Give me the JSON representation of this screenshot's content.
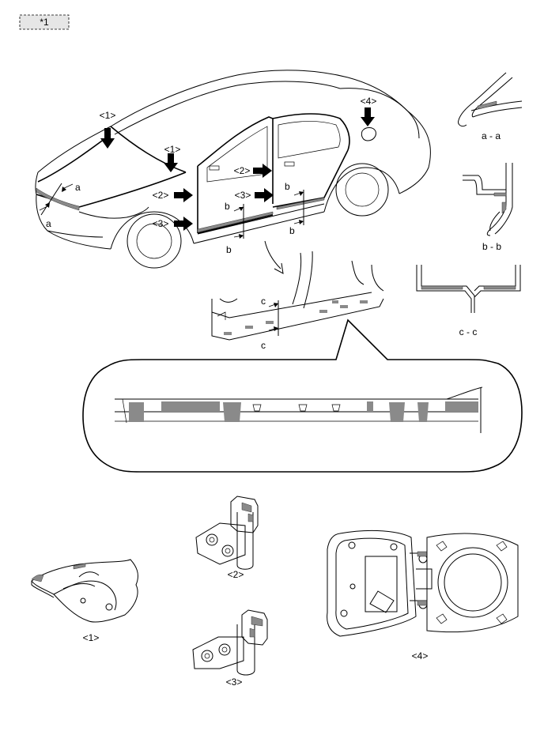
{
  "tag": "*1",
  "callouts": {
    "c1": "<1>",
    "c2": "<2>",
    "c3": "<3>",
    "c4": "<4>"
  },
  "section_letters": {
    "a": "a",
    "b": "b",
    "c": "c"
  },
  "section_views": {
    "aa": "a - a",
    "bb": "b - b",
    "cc": "c - c"
  },
  "part_labels": {
    "hood_hinge": "<1>",
    "upper_door_hinge": "<2>",
    "lower_door_hinge": "<3>",
    "fuel_lid": "<4>"
  },
  "colors": {
    "sealer_gray": "#8a8a8a",
    "line": "#000000",
    "tag_background": "#e6e6e6"
  }
}
